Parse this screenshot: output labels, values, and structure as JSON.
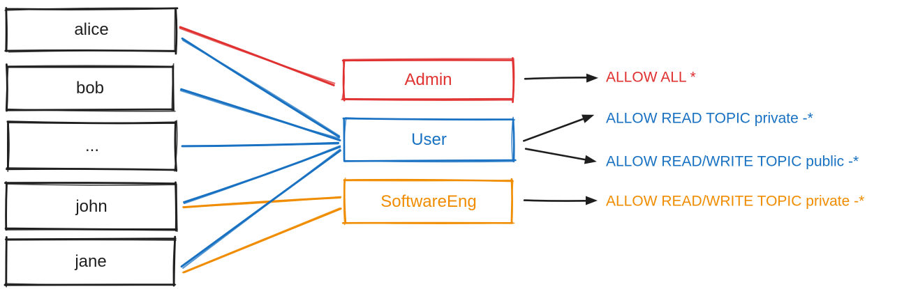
{
  "diagram": {
    "background": "#ffffff",
    "colors": {
      "ink": "#1e1e1e",
      "red": "#e03131",
      "blue": "#1971c2",
      "orange": "#f08c00"
    },
    "users": [
      {
        "label": "alice"
      },
      {
        "label": "bob"
      },
      {
        "label": "..."
      },
      {
        "label": "john"
      },
      {
        "label": "jane"
      }
    ],
    "roles": [
      {
        "label": "Admin",
        "color": "#e03131"
      },
      {
        "label": "User",
        "color": "#1971c2"
      },
      {
        "label": "SoftwareEng",
        "color": "#f08c00"
      }
    ],
    "permissions": [
      {
        "label": "ALLOW ALL *",
        "color": "#e03131"
      },
      {
        "label": "ALLOW READ TOPIC private -*",
        "color": "#1971c2"
      },
      {
        "label": "ALLOW READ/WRITE TOPIC public -*",
        "color": "#1971c2"
      },
      {
        "label": "ALLOW READ/WRITE TOPIC private -*",
        "color": "#f08c00"
      }
    ],
    "memberships": [
      {
        "user": "alice",
        "role": "Admin"
      },
      {
        "user": "alice",
        "role": "User"
      },
      {
        "user": "bob",
        "role": "User"
      },
      {
        "user": "...",
        "role": "User"
      },
      {
        "user": "john",
        "role": "User"
      },
      {
        "user": "john",
        "role": "SoftwareEng"
      },
      {
        "user": "jane",
        "role": "User"
      },
      {
        "user": "jane",
        "role": "SoftwareEng"
      }
    ],
    "role_permissions": [
      {
        "role": "Admin",
        "permission": "ALLOW ALL *"
      },
      {
        "role": "User",
        "permission": "ALLOW READ TOPIC private -*"
      },
      {
        "role": "User",
        "permission": "ALLOW READ/WRITE TOPIC public -*"
      },
      {
        "role": "SoftwareEng",
        "permission": "ALLOW READ/WRITE TOPIC private -*"
      }
    ]
  }
}
